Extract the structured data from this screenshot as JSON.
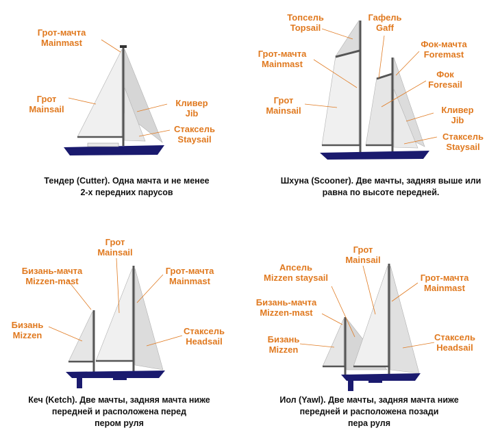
{
  "colors": {
    "label": "#e0791f",
    "hull": "#1a1a6e",
    "sail_light": "#f0f0f0",
    "sail_mid": "#dcdcdc",
    "sail_dark": "#c6c6c6",
    "mast": "#555555",
    "keel": "#1a1a6e"
  },
  "panels": {
    "cutter": {
      "labels": {
        "mainmast": {
          "ru": "Грот-мачта",
          "en": "Mainmast"
        },
        "mainsail": {
          "ru": "Грот",
          "en": "Mainsail"
        },
        "jib": {
          "ru": "Кливер",
          "en": "Jib"
        },
        "staysail": {
          "ru": "Стаксель",
          "en": "Staysail"
        }
      },
      "caption": {
        "line1": "Тендер (Cutter). Одна мачта и не менее",
        "line2": "2-х передних парусов"
      }
    },
    "schooner": {
      "labels": {
        "topsail": {
          "ru": "Топсель",
          "en": "Topsail"
        },
        "gaff": {
          "ru": "Гафель",
          "en": "Gaff"
        },
        "mainmast": {
          "ru": "Грот-мачта",
          "en": "Mainmast"
        },
        "foremast": {
          "ru": "Фок-мачта",
          "en": "Foremast"
        },
        "foresail": {
          "ru": "Фок",
          "en": "Foresail"
        },
        "mainsail": {
          "ru": "Грот",
          "en": "Mainsail"
        },
        "jib": {
          "ru": "Кливер",
          "en": "Jib"
        },
        "staysail": {
          "ru": "Стаксель",
          "en": "Staysail"
        }
      },
      "caption": {
        "line1": "Шхуна (Scooner). Две мачты, задняя выше или",
        "line2": "равна по высоте передней."
      }
    },
    "ketch": {
      "labels": {
        "mainsail": {
          "ru": "Грот",
          "en": "Mainsail"
        },
        "mizzenmast": {
          "ru": "Бизань-мачта",
          "en": "Mizzen-mast"
        },
        "mainmast": {
          "ru": "Грот-мачта",
          "en": "Mainmast"
        },
        "mizzen": {
          "ru": "Бизань",
          "en": "Mizzen"
        },
        "headsail": {
          "ru": "Стаксель",
          "en": "Headsail"
        }
      },
      "caption": {
        "line1": "Кеч (Ketch). Две мачты, задняя мачта ниже",
        "line2": "передней и расположена перед",
        "line3": "пером руля"
      }
    },
    "yawl": {
      "labels": {
        "mainsail": {
          "ru": "Грот",
          "en": "Mainsail"
        },
        "mizzen_staysail": {
          "ru": "Апсель",
          "en": "Mizzen staysail"
        },
        "mainmast": {
          "ru": "Грот-мачта",
          "en": "Mainmast"
        },
        "mizzenmast": {
          "ru": "Бизань-мачта",
          "en": "Mizzen-mast"
        },
        "mizzen": {
          "ru": "Бизань",
          "en": "Mizzen"
        },
        "headsail": {
          "ru": "Стаксель",
          "en": "Headsail"
        }
      },
      "caption": {
        "line1": "Иол (Yawl). Две мачты, задняя мачта ниже",
        "line2": "передней и расположена позади",
        "line3": "пера руля"
      }
    }
  }
}
